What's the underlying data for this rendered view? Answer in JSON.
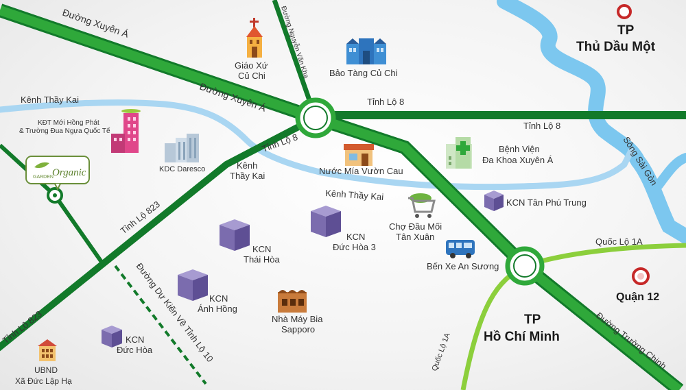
{
  "colors": {
    "major_road": "#2fa83a",
    "dark_road": "#127a2a",
    "light_road": "#8ccf3c",
    "canal": "#a9d6f2",
    "river": "#7cc7ef",
    "city_marker": "#c62828",
    "building_purple": "#7b6cae"
  },
  "roads": {
    "xuyen_a_1": "Đường Xuyên Á",
    "xuyen_a_2": "Đường Xuyên Á",
    "nguyen_van_kha": "Đường Nguyễn Văn Khạ",
    "tinh_lo_8_east": "Tỉnh Lộ 8",
    "tinh_lo_8_right": "Tỉnh Lộ 8",
    "tinh_lo_8_mid": "Tỉnh Lộ 8",
    "tinh_lo_823_a": "Tỉnh Lộ 823",
    "tinh_lo_823_b": "Tỉnh Lộ 823",
    "du_kien_tinh_lo_10": "Đường Dự Kiến Về Tỉnh Lộ 10",
    "quoc_lo_1a_east": "Quốc Lộ 1A",
    "quoc_lo_1a_south": "Quốc Lộ 1A",
    "truong_chinh": "Đường Trường Chinh"
  },
  "water": {
    "kenh_thay_kai_1": "Kênh Thầy Kai",
    "kenh_thay_kai_2_line1": "Kênh",
    "kenh_thay_kai_2_line2": "Thầy Kai",
    "kenh_thay_kai_3": "Kênh Thầy Kai",
    "song_sai_gon": "Sông Sài Gòn"
  },
  "cities": {
    "thu_dau_mot_line1": "TP",
    "thu_dau_mot_line2": "Thủ Dầu Một",
    "ho_chi_minh_line1": "TP",
    "ho_chi_minh_line2": "Hồ Chí Minh",
    "quan_12": "Quận 12"
  },
  "places": {
    "giao_xu_line1": "Giáo Xứ",
    "giao_xu_line2": "Củ Chi",
    "bao_tang": "Bảo Tàng Củ Chi",
    "kdt_line1": "KĐT Mới Hồng Phát",
    "kdt_line2": "& Trường Đua Ngựa Quốc Tế",
    "kdc_daresco": "KDC Daresco",
    "nuoc_mia": "Nước Mía Vườn Cau",
    "benh_vien_line1": "Bệnh Viện",
    "benh_vien_line2": "Đa Khoa Xuyên Á",
    "kcn_tan_phu_trung": "KCN Tân Phú Trung",
    "cho_dau_moi_line1": "Chợ Đầu Mối",
    "cho_dau_moi_line2": "Tân Xuân",
    "ben_xe": "Bến Xe An Sương",
    "kcn_thai_hoa_line1": "KCN",
    "kcn_thai_hoa_line2": "Thái Hòa",
    "kcn_duc_hoa3_line1": "KCN",
    "kcn_duc_hoa3_line2": "Đức Hòa 3",
    "kcn_anh_hong_line1": "KCN",
    "kcn_anh_hong_line2": "Ánh Hồng",
    "nha_may_bia_line1": "Nhà Máy Bia",
    "nha_may_bia_line2": "Sapporo",
    "kcn_duc_hoa_line1": "KCN",
    "kcn_duc_hoa_line2": "Đức Hòa",
    "ubnd_line1": "UBND",
    "ubnd_line2": "Xã Đức Lập Hạ"
  },
  "logo": {
    "brand_top": "GARDEN",
    "brand_script": "Organic"
  }
}
